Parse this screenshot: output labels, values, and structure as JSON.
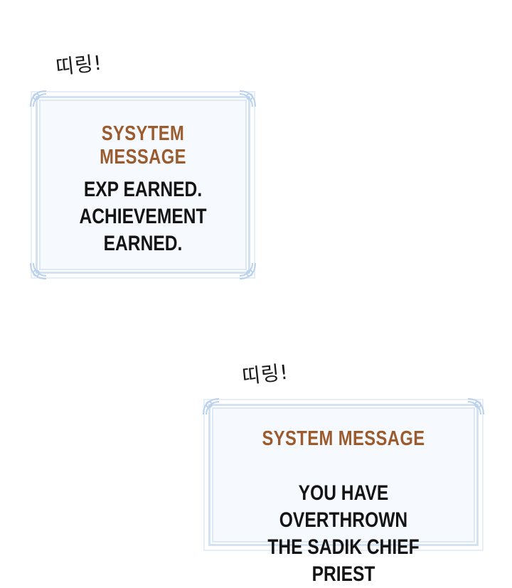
{
  "sound_effects": [
    "띠링!",
    "띠링!"
  ],
  "panels": [
    {
      "title": "SYSYTEM MESSAGE",
      "lines": [
        "EXP EARNED.",
        "ACHIEVEMENT",
        "EARNED."
      ]
    },
    {
      "title": "SYSTEM MESSAGE",
      "lines": [
        "YOU HAVE OVERTHROWN",
        "THE SADIK CHIEF PRIEST"
      ]
    }
  ],
  "colors": {
    "title": "#9a5b2e",
    "body": "#141414",
    "panel_bg": "#f6f9fd",
    "panel_border": "#d3e2f3"
  },
  "icons": [
    "ornament-corner-icon"
  ]
}
